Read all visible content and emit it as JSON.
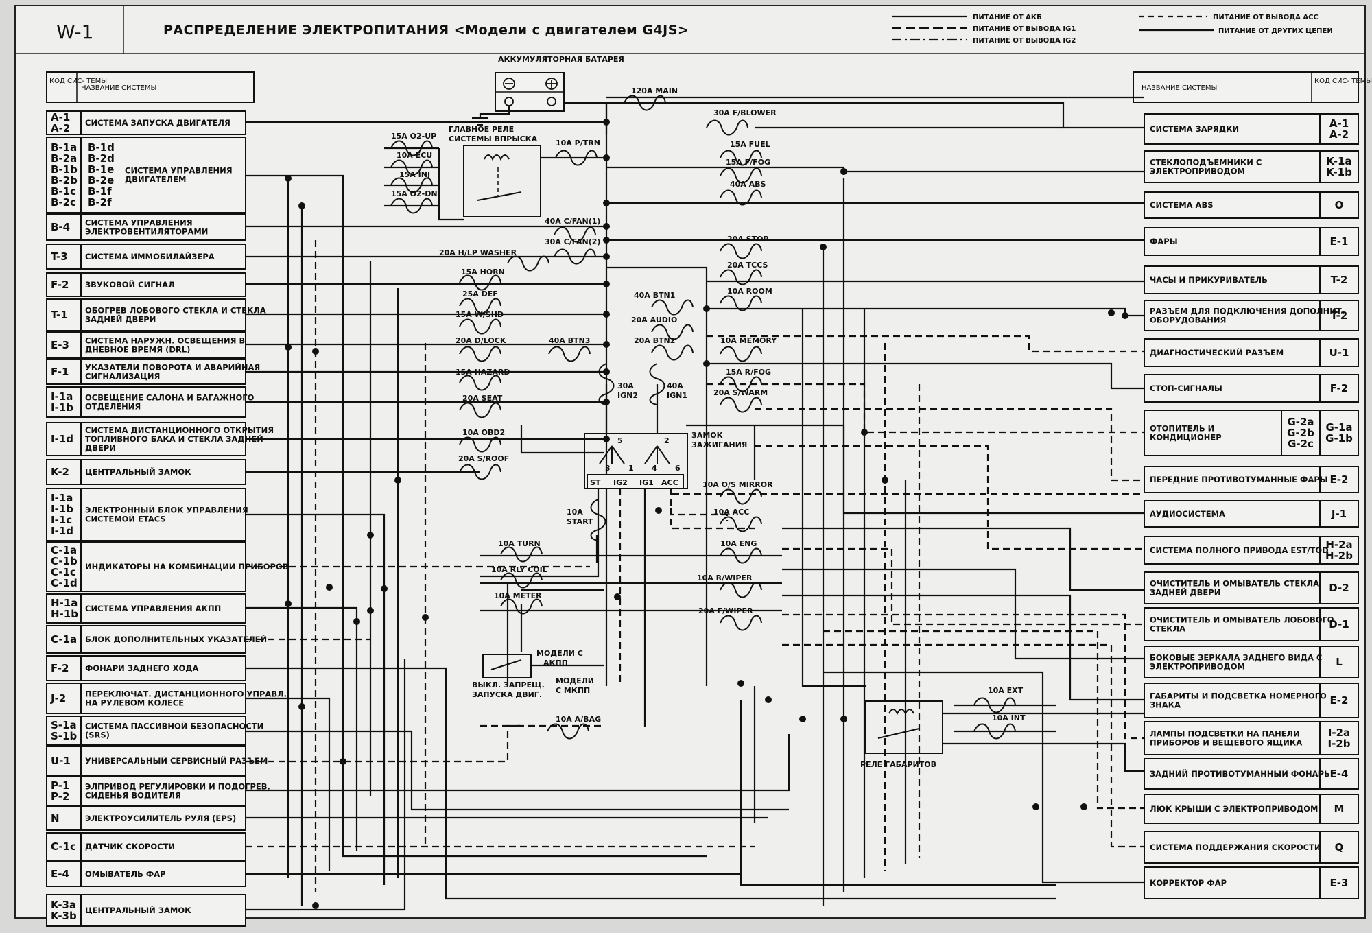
{
  "header": {
    "code": "W-1",
    "title": "РАСПРЕДЕЛЕНИЕ ЭЛЕКТРОПИТАНИЯ <Модели с двигателем G4JS>",
    "legend": [
      {
        "label": "ПИТАНИЕ ОТ АКБ",
        "style": "solid"
      },
      {
        "label": "ПИТАНИЕ ОТ ВЫВОДА IG1",
        "style": "dash"
      },
      {
        "label": "ПИТАНИЕ ОТ ВЫВОДА IG2",
        "style": "dashdot"
      },
      {
        "label": "ПИТАНИЕ ОТ ВЫВОДА ACC",
        "style": "longdash"
      },
      {
        "label": "ПИТАНИЕ ОТ ДРУГИХ ЦЕПЕЙ",
        "style": "solid"
      }
    ]
  },
  "left_header": {
    "code": "КОД СИС- ТЕМЫ",
    "name": "НАЗВАНИЕ СИСТЕМЫ"
  },
  "right_header": {
    "code": "КОД СИС- ТЕМЫ",
    "name": "НАЗВАНИЕ СИСТЕМЫ"
  },
  "left_systems": [
    {
      "code": "A-1 A-2",
      "name": "СИСТЕМА ЗАПУСКА ДВИГАТЕЛЯ"
    },
    {
      "code": "B-1a B-2a B-1b B-2b B-1c B-2c B-1d B-2d B-1e B-2e B-1f B-2f",
      "name": "СИСТЕМА УПРАВЛЕНИЯ ДВИГАТЕЛЕМ"
    },
    {
      "code": "B-4",
      "name": "СИСТЕМА УПРАВЛЕНИЯ ЭЛЕКТРОВЕНТИЛЯТОРАМИ"
    },
    {
      "code": "T-3",
      "name": "СИСТЕМА ИММОБИЛАЙЗЕРА"
    },
    {
      "code": "F-2",
      "name": "ЗВУКОВОЙ СИГНАЛ"
    },
    {
      "code": "T-1",
      "name": "ОБОГРЕВ ЛОБОВОГО СТЕКЛА И СТЕКЛА ЗАДНЕЙ ДВЕРИ"
    },
    {
      "code": "E-3",
      "name": "СИСТЕМА НАРУЖН. ОСВЕЩЕНИЯ В ДНЕВНОЕ ВРЕМЯ (DRL)"
    },
    {
      "code": "F-1",
      "name": "УКАЗАТЕЛИ ПОВОРОТА И АВАРИЙНАЯ СИГНАЛИЗАЦИЯ"
    },
    {
      "code": "I-1a I-1b",
      "name": "ОСВЕЩЕНИЕ САЛОНА И БАГАЖНОГО ОТДЕЛЕНИЯ"
    },
    {
      "code": "I-1d",
      "name": "СИСТЕМА ДИСТАНЦИОННОГО ОТКРЫТИЯ ТОПЛИВНОГО БАКА И СТЕКЛА ЗАДНЕЙ ДВЕРИ"
    },
    {
      "code": "K-2",
      "name": "ЦЕНТРАЛЬНЫЙ ЗАМОК"
    },
    {
      "code": "I-1a I-1b I-1c I-1d",
      "name": "ЭЛЕКТРОННЫЙ БЛОК УПРАВЛЕНИЯ СИСТЕМОЙ ETACS"
    },
    {
      "code": "C-1a C-1b C-1c C-1d",
      "name": "ИНДИКАТОРЫ НА КОМБИНАЦИИ ПРИБОРОВ"
    },
    {
      "code": "H-1a H-1b",
      "name": "СИСТЕМА УПРАВЛЕНИЯ АКПП"
    },
    {
      "code": "C-1a",
      "name": "БЛОК ДОПОЛНИТЕЛЬНЫХ УКАЗАТЕЛЕЙ"
    },
    {
      "code": "F-2",
      "name": "ФОНАРИ ЗАДНЕГО ХОДА"
    },
    {
      "code": "J-2",
      "name": "ПЕРЕКЛЮЧАТ. ДИСТАНЦИОННОГО УПРАВЛ. НА РУЛЕВОМ КОЛЕСЕ"
    },
    {
      "code": "S-1a S-1b",
      "name": "СИСТЕМА ПАССИВНОЙ БЕЗОПАСНОСТИ (SRS)"
    },
    {
      "code": "U-1",
      "name": "УНИВЕРСАЛЬНЫЙ СЕРВИСНЫЙ РАЗЪЕМ"
    },
    {
      "code": "P-1 P-2",
      "name": "ЭЛПРИВОД РЕГУЛИРОВКИ И ПОДОГРЕВ. СИДЕНЬЯ ВОДИТЕЛЯ"
    },
    {
      "code": "N",
      "name": "ЭЛЕКТРОУСИЛИТЕЛЬ РУЛЯ (EPS)"
    },
    {
      "code": "C-1c",
      "name": "ДАТЧИК СКОРОСТИ"
    },
    {
      "code": "E-4",
      "name": "ОМЫВАТЕЛЬ ФАР"
    },
    {
      "code": "K-3a K-3b",
      "name": "ЦЕНТРАЛЬНЫЙ ЗАМОК"
    }
  ],
  "right_systems": [
    {
      "code": "A-1 A-2",
      "name": "СИСТЕМА ЗАРЯДКИ"
    },
    {
      "code": "K-1a K-1b",
      "name": "СТЕКЛОПОДЪЕМНИКИ С ЭЛЕКТРОПРИВОДОМ"
    },
    {
      "code": "O",
      "name": "СИСТЕМА ABS"
    },
    {
      "code": "E-1",
      "name": "ФАРЫ"
    },
    {
      "code": "T-2",
      "name": "ЧАСЫ И ПРИКУРИВАТЕЛЬ"
    },
    {
      "code": "T-2",
      "name": "РАЗЪЕМ ДЛЯ ПОДКЛЮЧЕНИЯ ДОПОЛНИТ. ОБОРУДОВАНИЯ"
    },
    {
      "code": "U-1",
      "name": "ДИАГНОСТИЧЕСКИЙ РАЗЪЕМ"
    },
    {
      "code": "F-2",
      "name": "СТОП-СИГНАЛЫ"
    },
    {
      "code": "G-1a G-1b",
      "name": "ОТОПИТЕЛЬ И КОНДИЦИОНЕР",
      "subcode": "G-2a G-2b G-2c"
    },
    {
      "code": "E-2",
      "name": "ПЕРЕДНИЕ ПРОТИВОТУМАННЫЕ ФАРЫ"
    },
    {
      "code": "J-1",
      "name": "АУДИОСИСТЕМА"
    },
    {
      "code": "H-2a H-2b",
      "name": "СИСТЕМА ПОЛНОГО ПРИВОДА EST/TOD"
    },
    {
      "code": "D-2",
      "name": "ОЧИСТИТЕЛЬ И ОМЫВАТЕЛЬ СТЕКЛА ЗАДНЕЙ ДВЕРИ"
    },
    {
      "code": "D-1",
      "name": "ОЧИСТИТЕЛЬ И ОМЫВАТЕЛЬ ЛОБОВОГО СТЕКЛА"
    },
    {
      "code": "L",
      "name": "БОКОВЫЕ ЗЕРКАЛА ЗАДНЕГО ВИДА С ЭЛЕКТРОПРИВОДОМ"
    },
    {
      "code": "E-2",
      "name": "ГАБАРИТЫ И ПОДСВЕТКА НОМЕРНОГО ЗНАКА"
    },
    {
      "code": "I-2a I-2b",
      "name": "ЛАМПЫ ПОДСВЕТКИ НА ПАНЕЛИ ПРИБОРОВ И ВЕЩЕВОГО ЯЩИКА"
    },
    {
      "code": "E-4",
      "name": "ЗАДНИЙ ПРОТИВОТУМАННЫЙ ФОНАРЬ"
    },
    {
      "code": "M",
      "name": "ЛЮК КРЫШИ С ЭЛЕКТРОПРИВОДОМ"
    },
    {
      "code": "Q",
      "name": "СИСТЕМА ПОДДЕРЖАНИЯ СКОРОСТИ"
    },
    {
      "code": "E-3",
      "name": "КОРРЕКТОР ФАР"
    }
  ],
  "components": {
    "battery": "АККУМУЛЯТОРНАЯ БАТАРЕЯ",
    "main_relay": "ГЛАВНОЕ РЕЛЕ СИСТЕМЫ ВПРЫСКА",
    "ignition_switch": "ЗАМОК ЗАЖИГАНИЯ",
    "ign_terminals": [
      "ST",
      "IG2",
      "IG1",
      "ACC"
    ],
    "ign_pins": [
      "5",
      "3",
      "1",
      "2",
      "4",
      "6"
    ],
    "tail_relay": "РЕЛЕ ГАБАРИТОВ",
    "inhibit_switch": "ВЫКЛ. ЗАПРЕЩ. ЗАПУСКА ДВИГ.",
    "mt_label": "МОДЕЛИ С АКПП",
    "at_label": "МОДЕЛИ С МКПП"
  },
  "fuses": {
    "main": "120A MAIN",
    "f_blower": "30A F/BLOWER",
    "o2_up": "15A O2-UP",
    "ecu": "10A ECU",
    "inj": "15A INJ",
    "o2_dn": "15A O2-DN",
    "p_trn": "10A P/TRN",
    "fuel": "15A FUEL",
    "f_fog": "15A F/FOG",
    "abs": "40A ABS",
    "c_fan1": "40A C/FAN(1)",
    "c_fan2": "30A C/FAN(2)",
    "hlp_washer": "20A H/LP WASHER",
    "horn": "15A HORN",
    "def": "25A DEF",
    "w_shd": "15A W/SHD",
    "d_lock": "20A D/LOCK",
    "btn3": "40A BTN3",
    "hazard": "15A HAZARD",
    "seat": "20A SEAT",
    "obd2": "10A OBD2",
    "s_roof": "20A S/ROOF",
    "stop": "20A STOP",
    "tccs": "20A TCCS",
    "room": "10A ROOM",
    "btn1": "40A BTN1",
    "audio": "20A AUDIO",
    "btn2": "20A BTN2",
    "memory": "10A MEMORY",
    "r_fog": "15A R/FOG",
    "s_warm": "20A S/WARM",
    "ign2": "30A IGN2",
    "ign1": "40A IGN1",
    "os_mirror": "10A O/S MIRROR",
    "acc": "10A ACC",
    "start": "10A START",
    "turn": "10A TURN",
    "rly_coil": "10A RLY COIL",
    "meter": "10A METER",
    "eng": "10A ENG",
    "r_wiper": "10A R/WIPER",
    "f_wiper": "20A F/WIPER",
    "a_bag": "10A A/BAG",
    "ext": "10A EXT",
    "int": "10A INT"
  }
}
